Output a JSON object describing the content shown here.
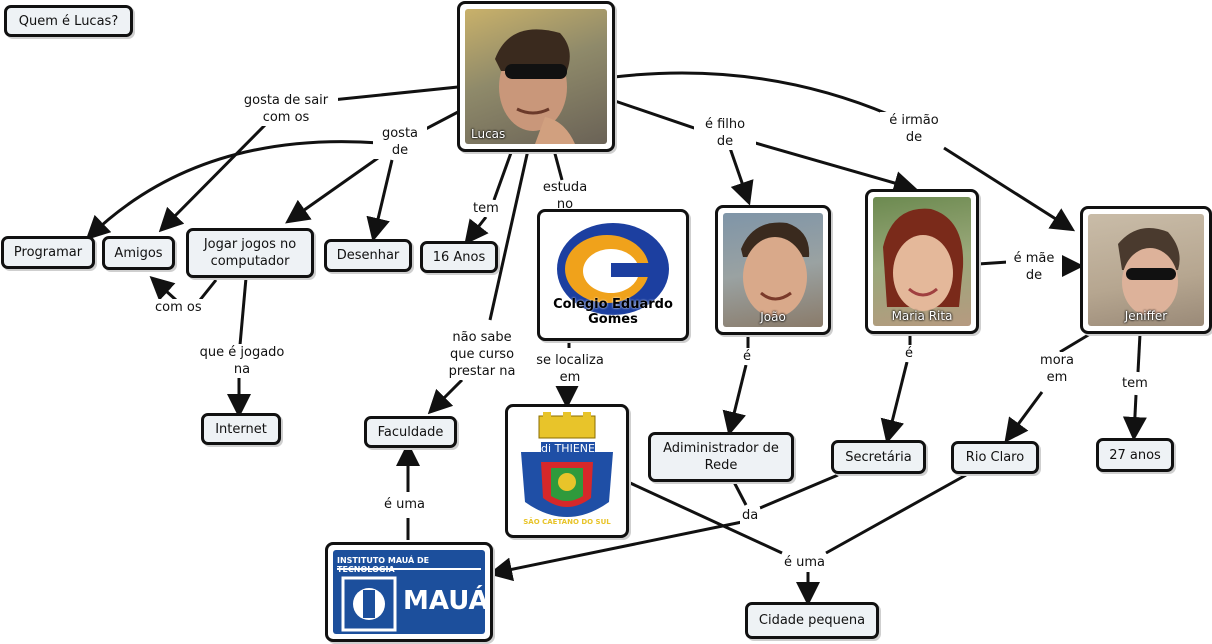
{
  "nodes": {
    "title": "Quem é Lucas?",
    "programar": "Programar",
    "amigos": "Amigos",
    "jogar": "Jogar jogos no computador",
    "desenhar": "Desenhar",
    "dezesseis": "16 Anos",
    "internet": "Internet",
    "faculdade": "Faculdade",
    "admin": "Adiministrador de Rede",
    "secretaria": "Secretária",
    "rioclaro": "Rio Claro",
    "vinte_sete": "27 anos",
    "cidade": "Cidade pequena"
  },
  "images": {
    "lucas": "Lucas",
    "joao": "João",
    "maria": "Maria Rita",
    "jeniffer": "Jeniffer",
    "colegio": "Colegio Eduardo Gomes",
    "brasao_banner": "di THIENE",
    "brasao_ring": "SÃO CAETANO DO SUL",
    "maua_top": "INSTITUTO MAUÁ DE TECNOLOGIA",
    "maua_name": "MAUÁ"
  },
  "links": {
    "gosta_sair": "gosta de sair com os",
    "gosta_de": "gosta de",
    "tem1": "tem",
    "estuda": "estuda no",
    "nao_sabe": "não sabe que curso prestar na",
    "filho": "é filho de",
    "irmao": "é irmão de",
    "mae": "é mãe de",
    "com_os": "com os",
    "jogado": "que é jogado na",
    "localiza": "se localiza em",
    "e_joao": "é",
    "e_maria": "é",
    "mora": "mora em",
    "tem2": "tem",
    "e_uma1": "é uma",
    "da": "da",
    "e_uma2": "é uma"
  }
}
